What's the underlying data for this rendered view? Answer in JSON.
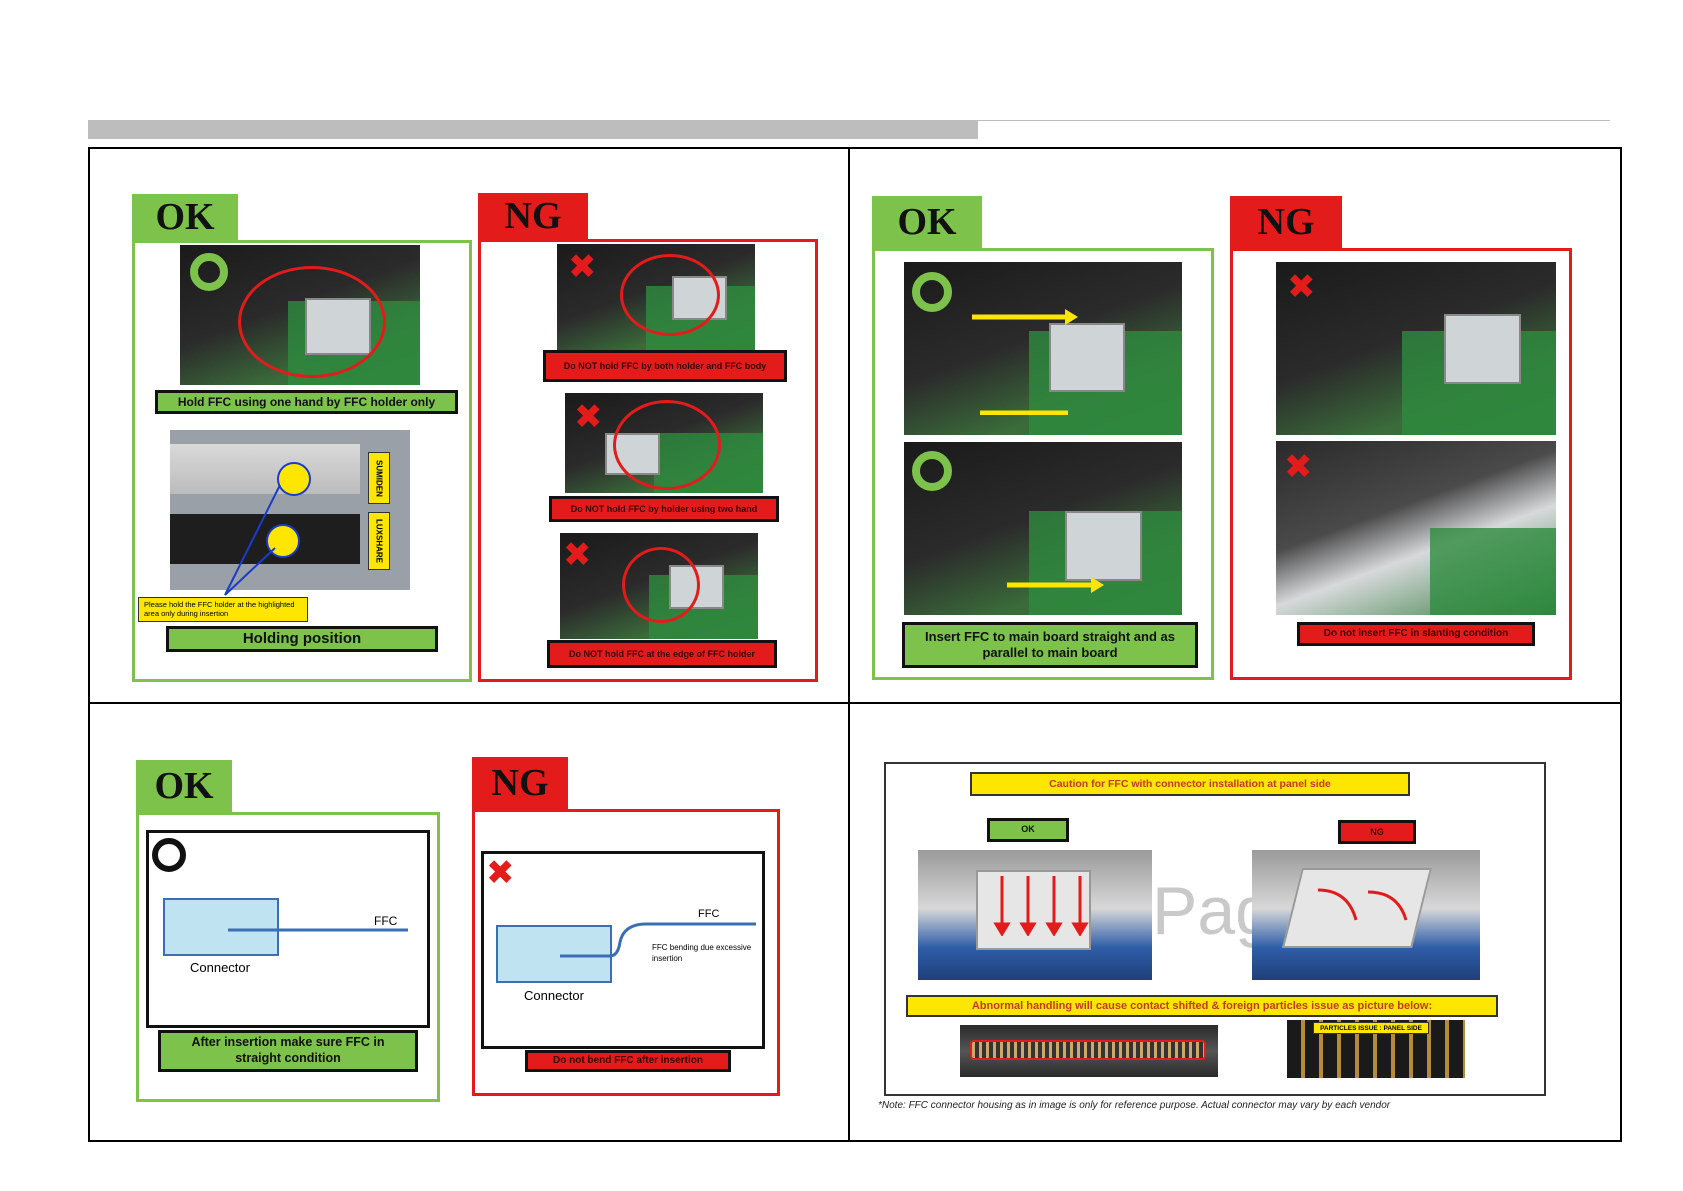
{
  "labels": {
    "ok": "OK",
    "ng": "NG"
  },
  "q1": {
    "ok_caption": "Hold FFC using one hand by FFC holder only",
    "vendor_1": "SUMIDEN",
    "vendor_2": "LUXSHARE",
    "hint": "Please hold the FFC holder at the highlighted area only during insertion",
    "ok_caption_2": "Holding position",
    "ng_1": "Do NOT hold FFC by both holder and FFC body",
    "ng_2": "Do NOT hold FFC by holder using two hand",
    "ng_3": "Do NOT hold FFC at the edge of FFC holder"
  },
  "q2": {
    "ok_caption": "Insert FFC to main board straight and as parallel to main board",
    "ng_caption": "Do not insert FFC in slanting condition"
  },
  "q3": {
    "ffc": "FFC",
    "connector": "Connector",
    "ok_caption": "After insertion make sure FFC in straight condition",
    "bend_note": "FFC bending due excessive insertion",
    "ng_caption": "Do not bend FFC after insertion"
  },
  "q4": {
    "title": "Caution for FFC with connector installation at panel side",
    "ok": "OK",
    "ng": "NG",
    "watermark": "Pag",
    "warning": "Abnormal handling will cause contact shifted & foreign particles issue as picture below:",
    "particles": "PARTICLES ISSUE : PANEL SIDE",
    "note": "*Note: FFC connector housing as in image is only for reference purpose. Actual connector may vary by each vendor"
  },
  "colors": {
    "ok_green": "#7dc24a",
    "ng_red": "#e41b1b",
    "highlight_yellow": "#ffe600"
  }
}
